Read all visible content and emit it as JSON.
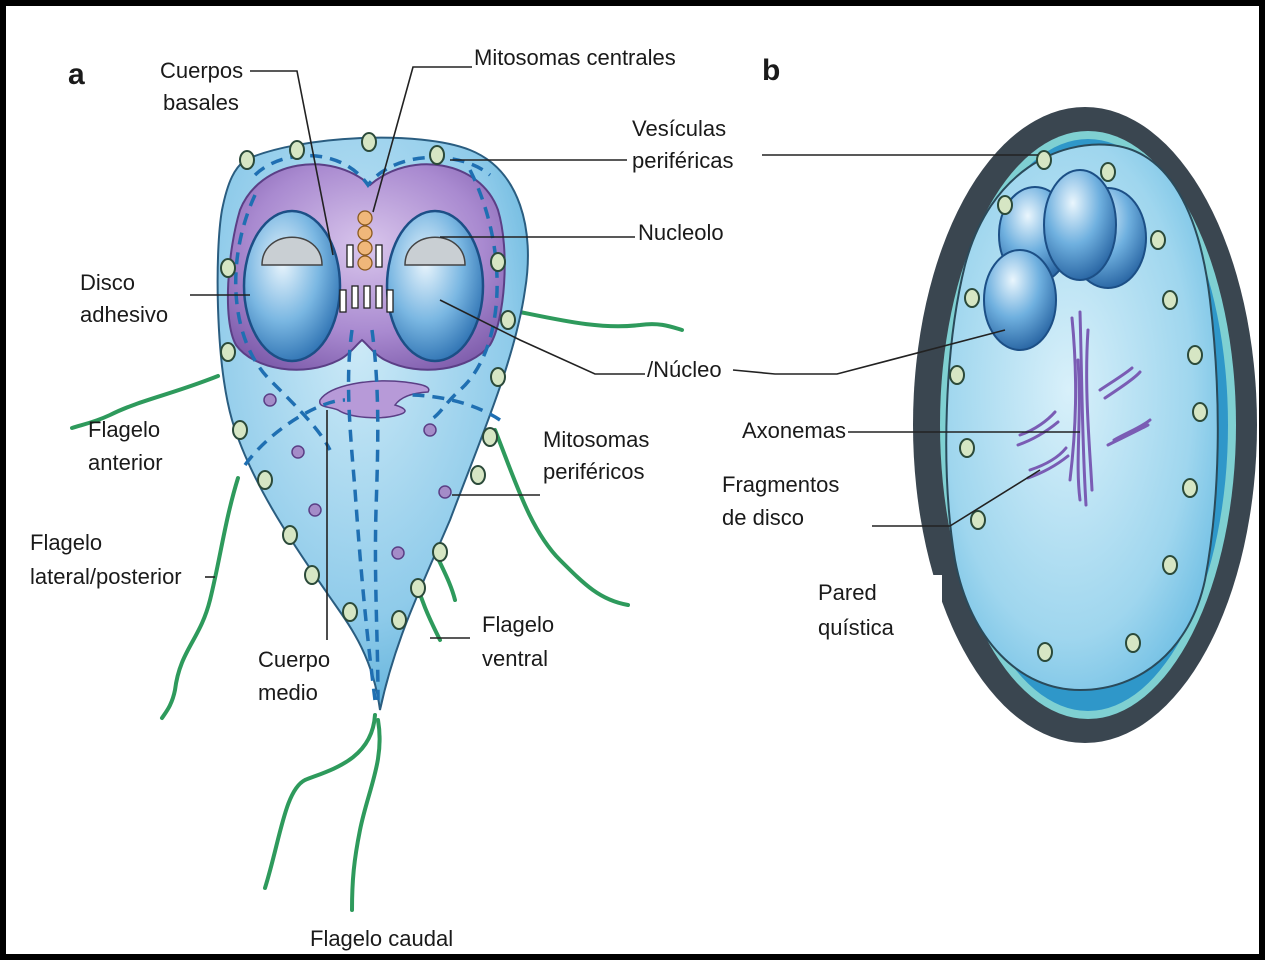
{
  "panels": {
    "a": "a",
    "b": "b"
  },
  "labels_a": {
    "cuerpos_basales_1": "Cuerpos",
    "cuerpos_basales_2": "basales",
    "mitosomas_centrales": "Mitosomas centrales",
    "vesiculas_1": "Vesículas",
    "vesiculas_2": "periféricas",
    "nucleolo": "Nucleolo",
    "disco_1": "Disco",
    "disco_2": "adhesivo",
    "nucleo": "/Núcleo",
    "flagelo_anterior_1": "Flagelo",
    "flagelo_anterior_2": "anterior",
    "mitosomas_perifericos_1": "Mitosomas",
    "mitosomas_perifericos_2": "periféricos",
    "flagelo_lateral_1": "Flagelo",
    "flagelo_lateral_2": "lateral/posterior",
    "flagelo_ventral_1": "Flagelo",
    "flagelo_ventral_2": "ventral",
    "cuerpo_medio_1": "Cuerpo",
    "cuerpo_medio_2": "medio",
    "flagelo_caudal": "Flagelo caudal"
  },
  "labels_b": {
    "axonemas": "Axonemas",
    "fragmentos_1": "Fragmentos",
    "fragmentos_2": "de disco",
    "pared_1": "Pared",
    "pared_2": "quística"
  },
  "colors": {
    "cell_blue": "#7fc3e6",
    "disc_purple": "#8b6bb6",
    "nucleus_blue": "#3b82c4",
    "flagella_green": "#2e9a5c",
    "cyst_wall": "#3a4650"
  }
}
